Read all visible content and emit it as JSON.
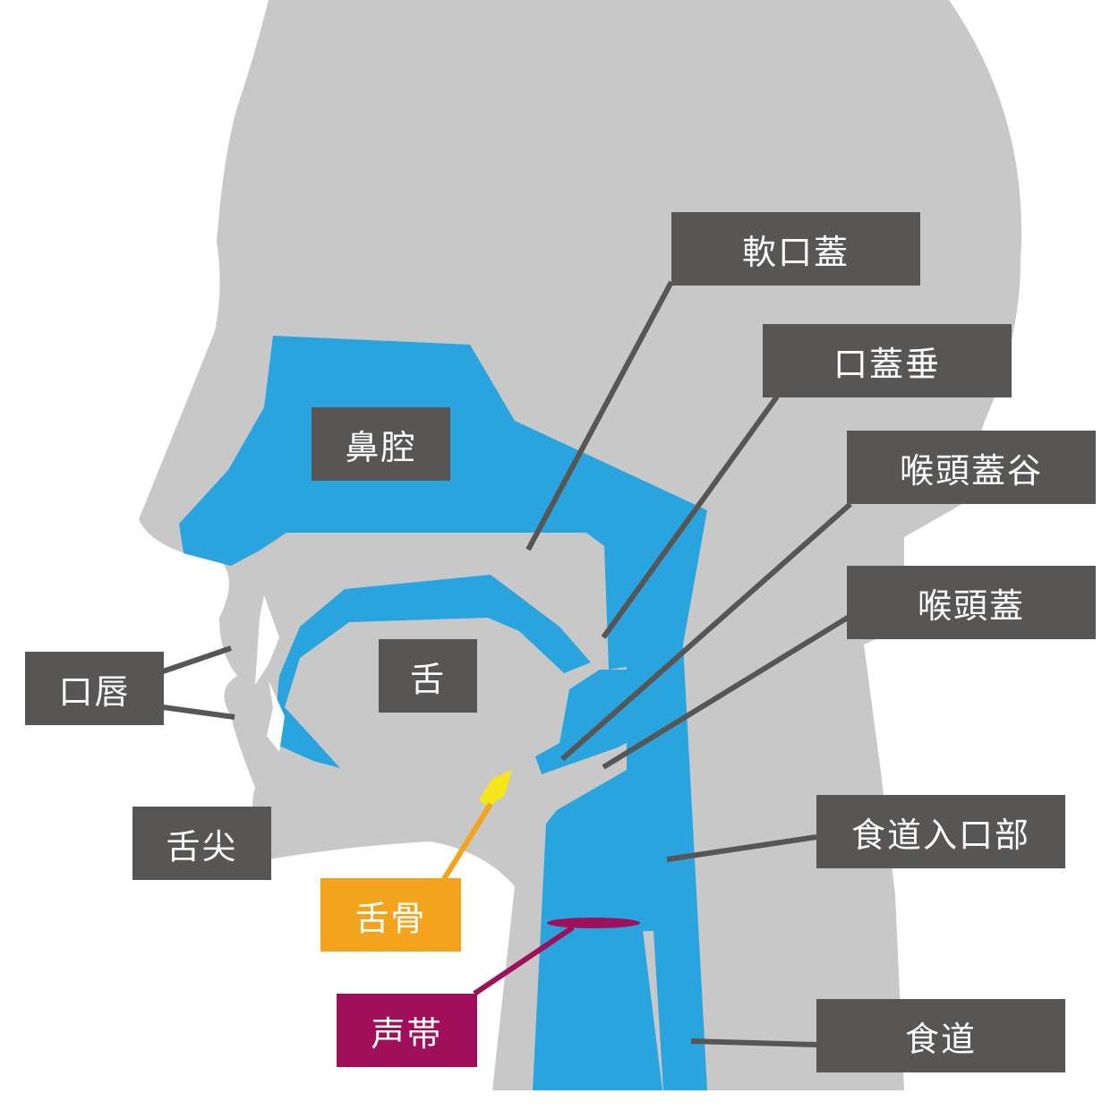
{
  "colors": {
    "head": "#c8c8c8",
    "airway": "#29a4de",
    "label_bg": "#575655",
    "hyoid": "#f4a41c",
    "hyoid_bone": "#f5e61b",
    "vocal_cords": "#a0105a",
    "text": "#ffffff"
  },
  "labels": {
    "soft_palate": "軟口蓋",
    "uvula": "口蓋垂",
    "vallecula": "喉頭蓋谷",
    "epiglottis": "喉頭蓋",
    "nasal_cavity": "鼻腔",
    "lips": "口唇",
    "tongue": "舌",
    "tongue_tip": "舌尖",
    "hyoid": "舌骨",
    "esophageal_entrance": "食道入口部",
    "vocal_cords": "声帯",
    "esophagus": "食道"
  }
}
